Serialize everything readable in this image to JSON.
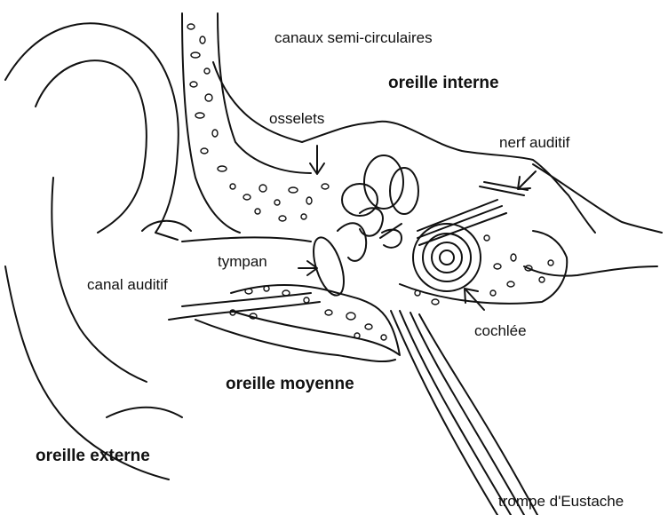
{
  "diagram": {
    "labels": {
      "canaux": "canaux semi-circulaires",
      "interne": "oreille interne",
      "osselets": "osselets",
      "nerf": "nerf auditif",
      "tympan": "tympan",
      "canal": "canal auditif",
      "cochlee": "cochlée",
      "moyenne": "oreille moyenne",
      "externe": "oreille externe",
      "trompe": "trompe d'Eustache"
    },
    "colors": {
      "ink": "#111111",
      "paper": "#ffffff"
    }
  }
}
